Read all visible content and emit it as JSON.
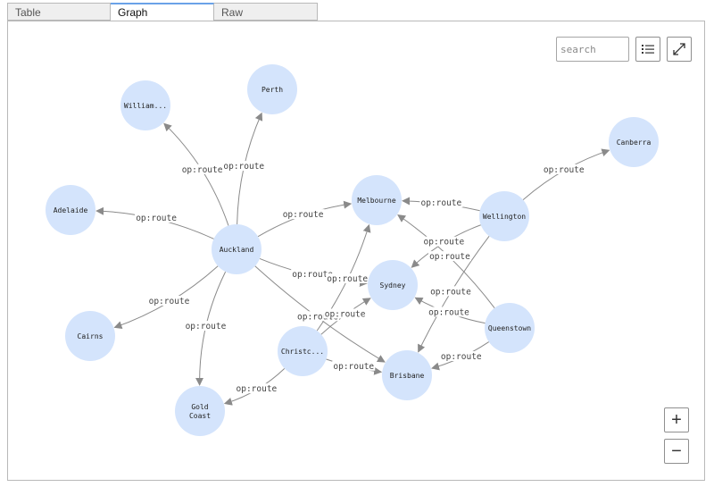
{
  "tabs": [
    {
      "label": "Table",
      "active": false
    },
    {
      "label": "Graph",
      "active": true
    },
    {
      "label": "Raw",
      "active": false
    }
  ],
  "toolbar": {
    "search_placeholder": "search",
    "list_icon": "list-icon",
    "expand_icon": "expand-icon",
    "zoom_in_label": "+",
    "zoom_out_label": "−"
  },
  "colors": {
    "node_fill": "#d4e4fc",
    "edge": "#8a8a8a",
    "tab_accent": "#6aa2e8"
  },
  "graph": {
    "nodes": [
      {
        "id": "auckland",
        "label": "Auckland"
      },
      {
        "id": "william",
        "label": "William..."
      },
      {
        "id": "perth",
        "label": "Perth"
      },
      {
        "id": "adelaide",
        "label": "Adelaide"
      },
      {
        "id": "cairns",
        "label": "Cairns"
      },
      {
        "id": "goldcoast",
        "label": "Gold\nCoast"
      },
      {
        "id": "christchurch",
        "label": "Christc..."
      },
      {
        "id": "melbourne",
        "label": "Melbourne"
      },
      {
        "id": "sydney",
        "label": "Sydney"
      },
      {
        "id": "brisbane",
        "label": "Brisbane"
      },
      {
        "id": "wellington",
        "label": "Wellington"
      },
      {
        "id": "queenstown",
        "label": "Queenstown"
      },
      {
        "id": "canberra",
        "label": "Canberra"
      }
    ],
    "edges": [
      {
        "from": "auckland",
        "to": "william",
        "label": "op:route"
      },
      {
        "from": "auckland",
        "to": "perth",
        "label": "op:route"
      },
      {
        "from": "auckland",
        "to": "adelaide",
        "label": "op:route"
      },
      {
        "from": "auckland",
        "to": "cairns",
        "label": "op:route"
      },
      {
        "from": "auckland",
        "to": "goldcoast",
        "label": "op:route"
      },
      {
        "from": "auckland",
        "to": "melbourne",
        "label": "op:route"
      },
      {
        "from": "auckland",
        "to": "sydney",
        "label": "op:route"
      },
      {
        "from": "auckland",
        "to": "brisbane",
        "label": "op:route"
      },
      {
        "from": "christchurch",
        "to": "goldcoast",
        "label": "op:route"
      },
      {
        "from": "christchurch",
        "to": "brisbane",
        "label": "op:route"
      },
      {
        "from": "christchurch",
        "to": "melbourne",
        "label": "op:route"
      },
      {
        "from": "christchurch",
        "to": "sydney",
        "label": "op:route"
      },
      {
        "from": "wellington",
        "to": "melbourne",
        "label": "op:route"
      },
      {
        "from": "wellington",
        "to": "sydney",
        "label": "op:route"
      },
      {
        "from": "wellington",
        "to": "brisbane",
        "label": "op:route"
      },
      {
        "from": "wellington",
        "to": "canberra",
        "label": "op:route"
      },
      {
        "from": "queenstown",
        "to": "melbourne",
        "label": "op:route"
      },
      {
        "from": "queenstown",
        "to": "sydney",
        "label": "op:route"
      },
      {
        "from": "queenstown",
        "to": "brisbane",
        "label": "op:route"
      }
    ]
  }
}
